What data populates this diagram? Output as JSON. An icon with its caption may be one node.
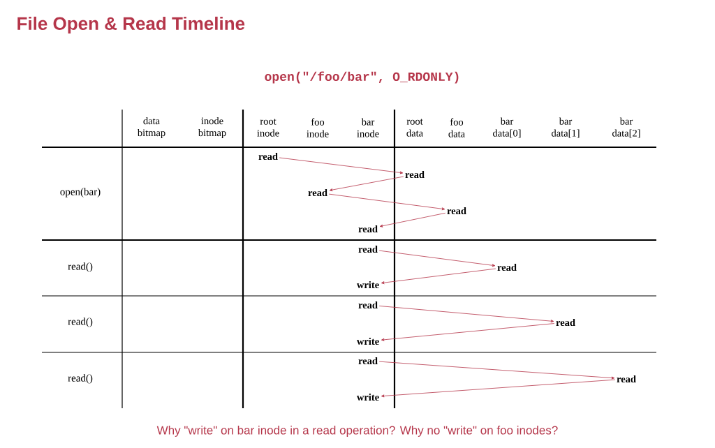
{
  "diagram": {
    "title": "File Open & Read Timeline",
    "caption": "Why \"write\" on bar inode in a read operation? Why no \"write\" on foo inodes?",
    "nodes": [
      {
        "text": [
          "read"
        ]
      },
      {
        "text": [
          "read"
        ]
      },
      {
        "text": [
          "read"
        ]
      },
      {
        "text": [
          "read"
        ]
      },
      {
        "text": [
          "read"
        ]
      },
      {
        "text": [
          "read"
        ]
      },
      {
        "text": [
          "read"
        ]
      },
      {
        "text": [
          "write"
        ]
      },
      {
        "text": [
          "read"
        ]
      },
      {
        "text": [
          "read"
        ]
      },
      {
        "text": [
          "write"
        ]
      },
      {
        "text": [
          "read"
        ]
      },
      {
        "text": [
          "read"
        ]
      },
      {
        "text": [
          "write"
        ]
      }
    ],
    "edges": [
      {
        "from": 0,
        "to": 1,
        "arrow": "to"
      },
      {
        "from": 1,
        "to": 2,
        "arrow": "to"
      },
      {
        "from": 2,
        "to": 3,
        "arrow": "to"
      },
      {
        "from": 3,
        "to": 4,
        "arrow": "to"
      },
      {
        "from": 5,
        "to": 6,
        "arrow": "to"
      },
      {
        "from": 6,
        "to": 7,
        "arrow": "to"
      },
      {
        "from": 8,
        "to": 9,
        "arrow": "to"
      },
      {
        "from": 9,
        "to": 10,
        "arrow": "to"
      },
      {
        "from": 11,
        "to": 12,
        "arrow": "to"
      },
      {
        "from": 12,
        "to": 13,
        "arrow": "to"
      }
    ],
    "labels": [
      "open(\"/foo/bar\", O_RDONLY)",
      "data bitmap",
      "inode bitmap",
      "root inode",
      "foo inode",
      "bar inode",
      "root data",
      "foo data",
      "bar data[0]",
      "bar data[1]",
      "bar data[2]",
      "open(bar)",
      "read()",
      "read()",
      "read()"
    ]
  }
}
